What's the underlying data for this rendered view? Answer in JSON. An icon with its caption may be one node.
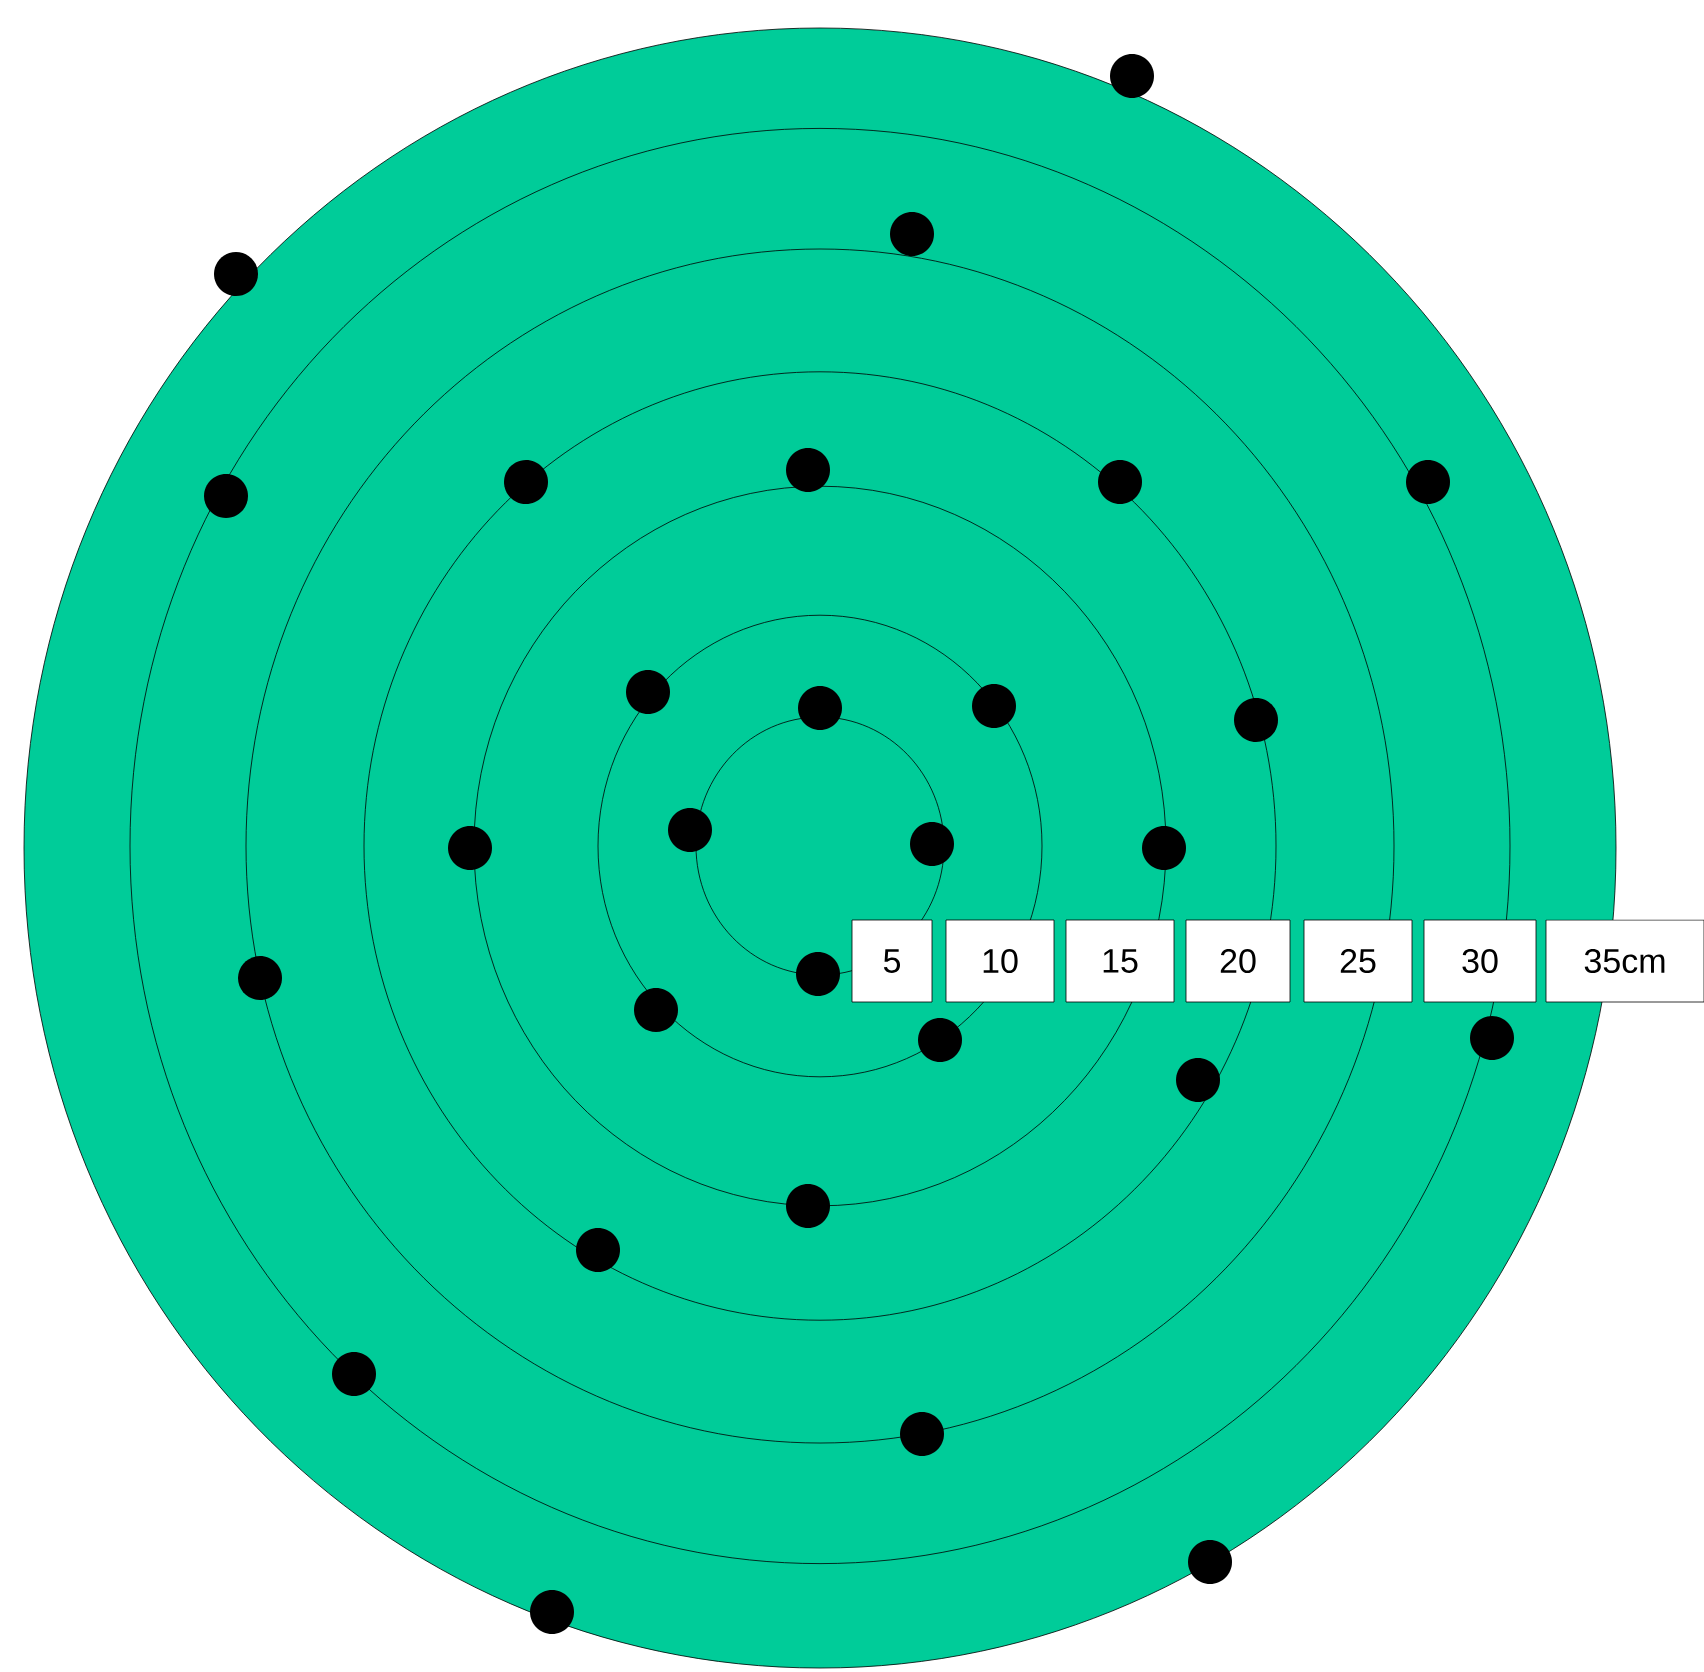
{
  "diagram": {
    "labels": [
      "5",
      "10",
      "15",
      "20",
      "25",
      "30",
      "35cm"
    ]
  }
}
